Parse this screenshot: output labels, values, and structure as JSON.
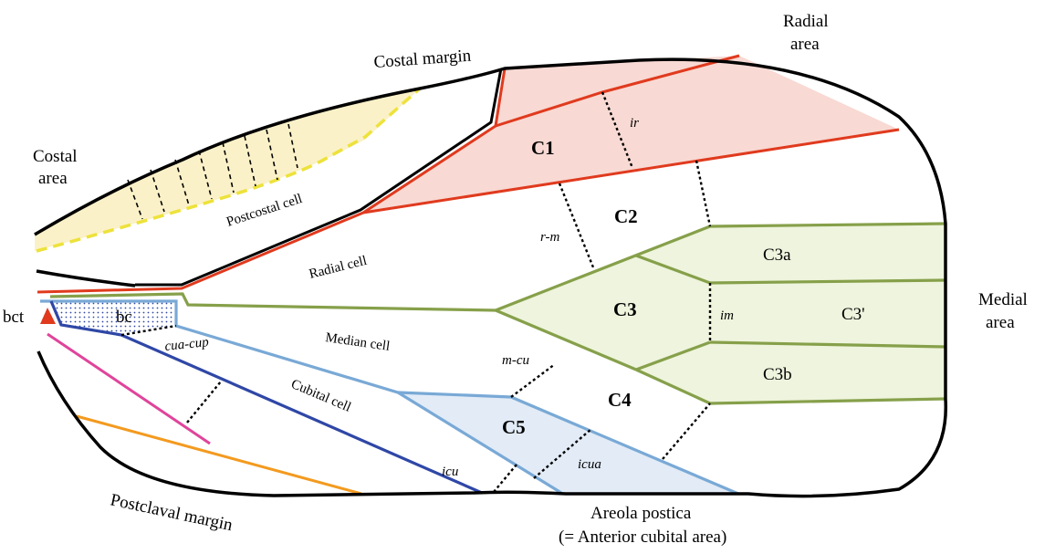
{
  "colors": {
    "outline": "#000000",
    "radial": "#e03a1e",
    "radial_fill": "#f8d9d3",
    "medial": "#86a04a",
    "medial_fill": "#eef4dd",
    "cubital": "#79a9d6",
    "cubital_fill": "#e2ebf6",
    "cubitus_dark": "#2f47a6",
    "costal_fill": "#fbf1c8",
    "costal_dash": "#ede23a",
    "pink": "#e0449b",
    "orange": "#f39a1f",
    "bct_marker": "#e0391d"
  },
  "labels": {
    "costal_margin": "Costal margin",
    "radial_area_1": "Radial",
    "radial_area_2": "area",
    "costal_area_1": "Costal",
    "costal_area_2": "area",
    "postcostal_cell": "Postcostal cell",
    "radial_cell": "Radial cell",
    "median_cell": "Median cell",
    "cubital_cell": "Cubital cell",
    "medial_area_1": "Medial",
    "medial_area_2": "area",
    "postclaval_margin": "Postclaval margin",
    "areola_1": "Areola postica",
    "areola_2": "(= Anterior cubital area)",
    "bct": "bct",
    "bc": "bc",
    "c1": "C1",
    "c2": "C2",
    "c3": "C3",
    "c3a": "C3a",
    "c3b": "C3b",
    "c3prime": "C3'",
    "c4": "C4",
    "c5": "C5",
    "ir": "ir",
    "rm": "r-m",
    "im": "im",
    "mcu": "m-cu",
    "cuacup": "cua-cup",
    "icu": "icu",
    "icua": "icua"
  }
}
